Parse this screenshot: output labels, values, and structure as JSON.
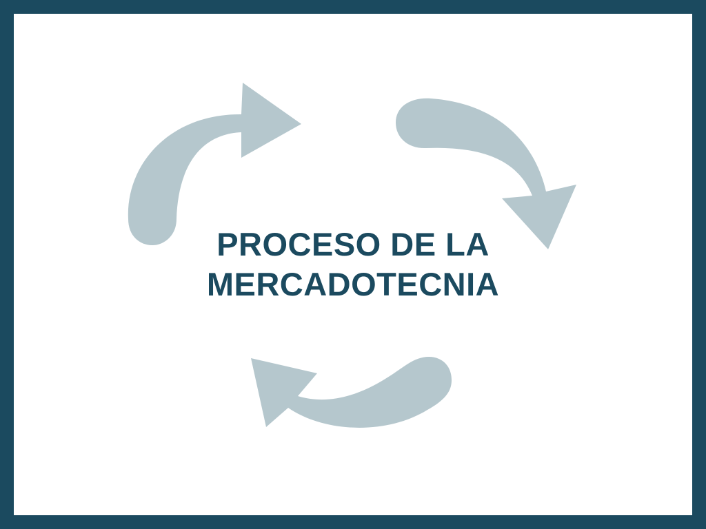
{
  "slide": {
    "title_lines": [
      "PROCESO DE LA",
      "MERCADOTECNIA"
    ],
    "frame_color": "#1b4a5f",
    "arrow_color": "#b5c7cd",
    "text_color": "#1b4a5f"
  },
  "cycle": {
    "arrow_count": 3,
    "direction": "clockwise"
  }
}
